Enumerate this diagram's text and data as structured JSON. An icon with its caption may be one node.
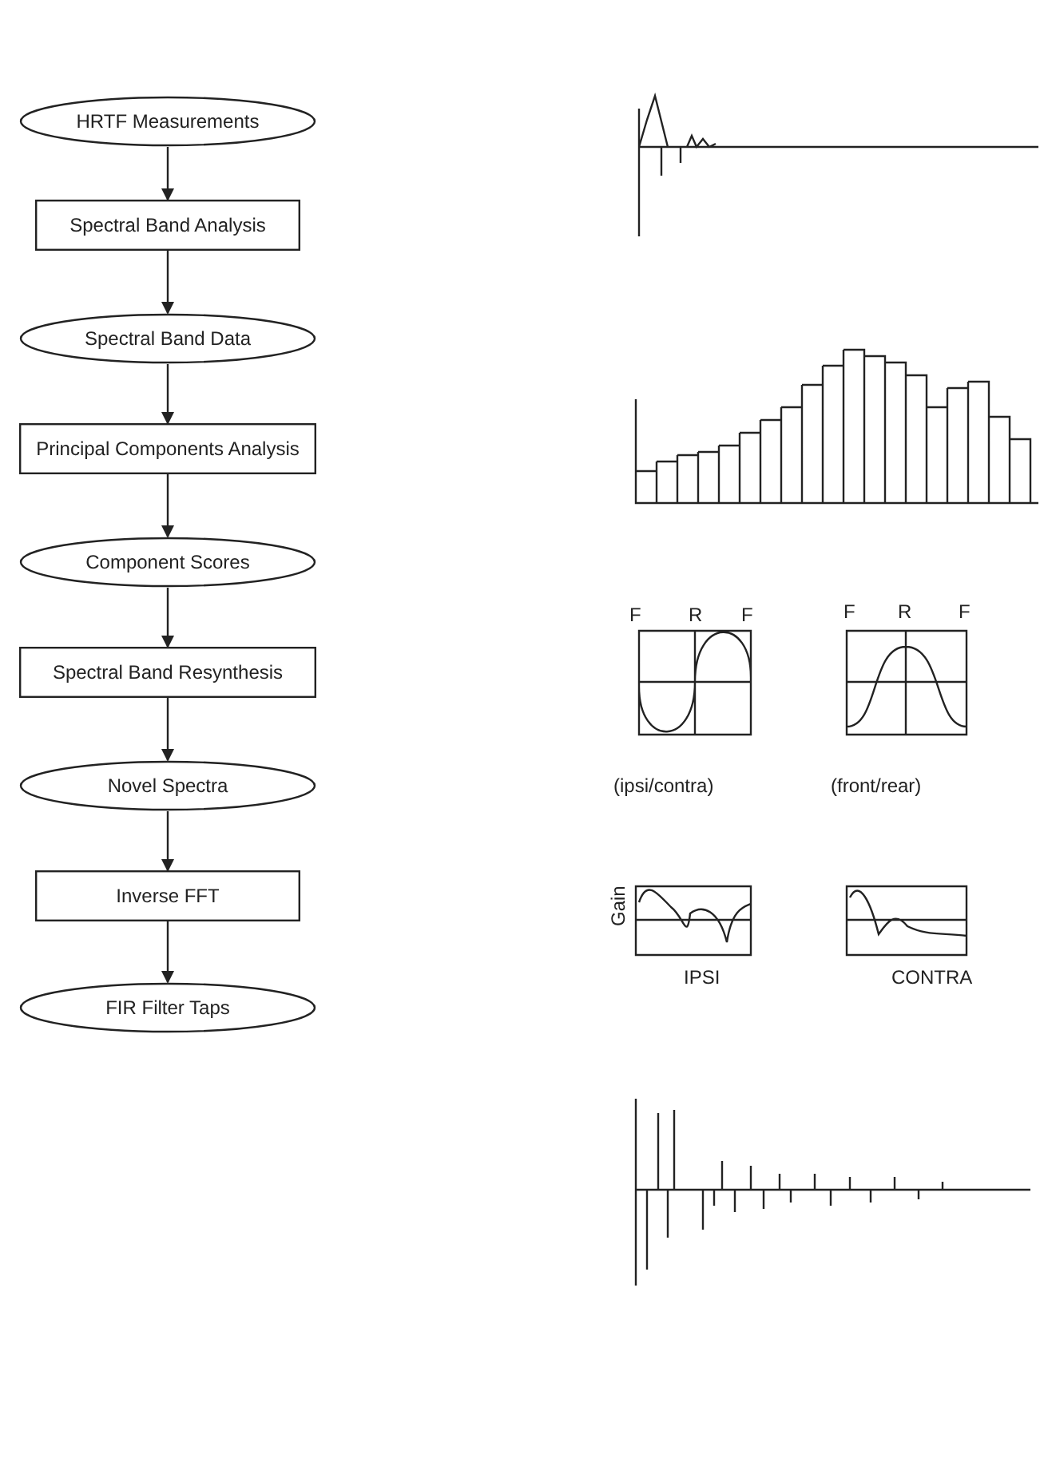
{
  "diagram": {
    "nodes": [
      {
        "text": [
          "HRTF Measurements"
        ]
      },
      {
        "text": [
          "Spectral Band Analysis"
        ]
      },
      {
        "text": [
          "Spectral Band Data"
        ]
      },
      {
        "text": [
          "Principal Components Analysis"
        ]
      },
      {
        "text": [
          "Component Scores"
        ]
      },
      {
        "text": [
          "Spectral Band Resynthesis"
        ]
      },
      {
        "text": [
          "Novel Spectra"
        ]
      },
      {
        "text": [
          "Inverse FFT"
        ]
      },
      {
        "text": [
          "FIR Filter Taps"
        ]
      }
    ],
    "edges": [
      {
        "from": 0,
        "to": 1,
        "arrow": "to"
      },
      {
        "from": 1,
        "to": 2,
        "arrow": "to"
      },
      {
        "from": 2,
        "to": 3,
        "arrow": "to"
      },
      {
        "from": 3,
        "to": 4,
        "arrow": "to"
      },
      {
        "from": 4,
        "to": 5,
        "arrow": "to"
      },
      {
        "from": 5,
        "to": 6,
        "arrow": "to"
      },
      {
        "from": 6,
        "to": 7,
        "arrow": "to"
      },
      {
        "from": 7,
        "to": 8,
        "arrow": "to"
      }
    ],
    "labels": [
      "F",
      "R",
      "F",
      "F",
      "R",
      "F",
      "(ipsi/contra)",
      "(front/rear)",
      "Gain",
      "IPSI",
      "CONTRA"
    ]
  }
}
